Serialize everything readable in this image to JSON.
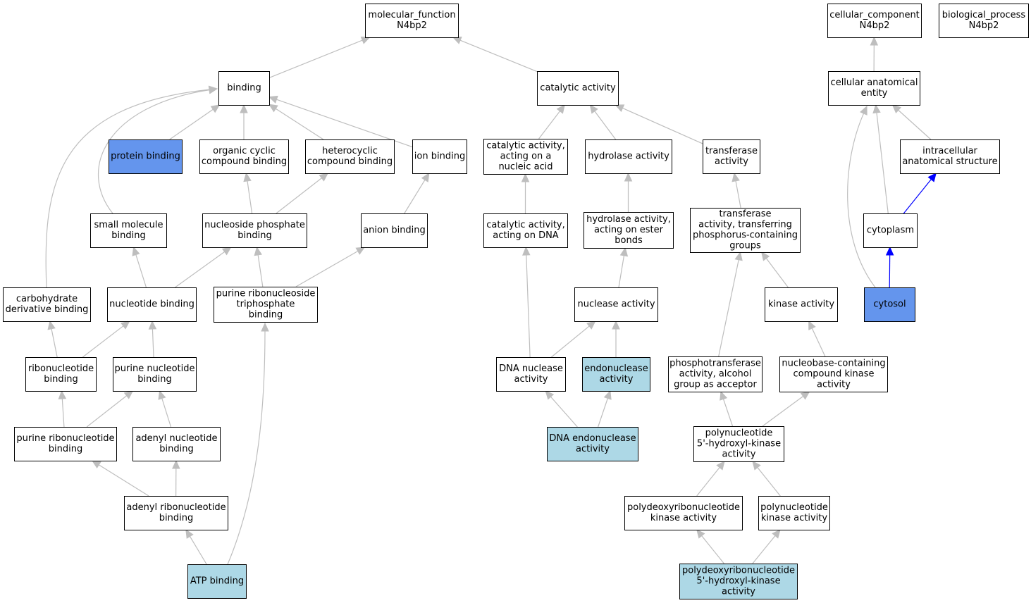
{
  "colors": {
    "default_fill": "#ffffff",
    "highlight_dark": "#6495ed",
    "highlight_light": "#add8e6",
    "edge_gray": "#bebebe",
    "edge_blue": "#0000ff"
  },
  "nodes": [
    {
      "id": "molecular_function",
      "lines": [
        "molecular_function",
        "N4bp2"
      ],
      "fill": "default_fill"
    },
    {
      "id": "cellular_component",
      "lines": [
        "cellular_component",
        "N4bp2"
      ],
      "fill": "default_fill"
    },
    {
      "id": "biological_process",
      "lines": [
        "biological_process",
        "N4bp2"
      ],
      "fill": "default_fill"
    },
    {
      "id": "binding",
      "lines": [
        "binding"
      ],
      "fill": "default_fill"
    },
    {
      "id": "catalytic_activity",
      "lines": [
        "catalytic activity"
      ],
      "fill": "default_fill"
    },
    {
      "id": "cellular_anatomical_entity",
      "lines": [
        "cellular anatomical",
        "entity"
      ],
      "fill": "default_fill"
    },
    {
      "id": "protein_binding",
      "lines": [
        "protein binding"
      ],
      "fill": "highlight_dark"
    },
    {
      "id": "organic_cyclic",
      "lines": [
        "organic cyclic",
        "compound binding"
      ],
      "fill": "default_fill"
    },
    {
      "id": "heterocyclic",
      "lines": [
        "heterocyclic",
        "compound binding"
      ],
      "fill": "default_fill"
    },
    {
      "id": "ion_binding",
      "lines": [
        "ion binding"
      ],
      "fill": "default_fill"
    },
    {
      "id": "cat_nucleic_acid",
      "lines": [
        "catalytic activity,",
        "acting on a",
        "nucleic acid"
      ],
      "fill": "default_fill"
    },
    {
      "id": "hydrolase",
      "lines": [
        "hydrolase activity"
      ],
      "fill": "default_fill"
    },
    {
      "id": "transferase",
      "lines": [
        "transferase",
        "activity"
      ],
      "fill": "default_fill"
    },
    {
      "id": "intracellular_structure",
      "lines": [
        "intracellular",
        "anatomical structure"
      ],
      "fill": "default_fill"
    },
    {
      "id": "small_molecule",
      "lines": [
        "small molecule",
        "binding"
      ],
      "fill": "default_fill"
    },
    {
      "id": "nucleoside_phosphate",
      "lines": [
        "nucleoside phosphate",
        "binding"
      ],
      "fill": "default_fill"
    },
    {
      "id": "anion_binding",
      "lines": [
        "anion binding"
      ],
      "fill": "default_fill"
    },
    {
      "id": "cat_dna",
      "lines": [
        "catalytic activity,",
        "acting on DNA"
      ],
      "fill": "default_fill"
    },
    {
      "id": "hydrolase_ester",
      "lines": [
        "hydrolase activity,",
        "acting on ester",
        "bonds"
      ],
      "fill": "default_fill"
    },
    {
      "id": "transferase_phosphorus",
      "lines": [
        "transferase",
        "activity, transferring",
        "phosphorus-containing",
        "groups"
      ],
      "fill": "default_fill"
    },
    {
      "id": "cytoplasm",
      "lines": [
        "cytoplasm"
      ],
      "fill": "default_fill"
    },
    {
      "id": "carbohydrate_derivative",
      "lines": [
        "carbohydrate",
        "derivative binding"
      ],
      "fill": "default_fill"
    },
    {
      "id": "nucleotide_binding",
      "lines": [
        "nucleotide binding"
      ],
      "fill": "default_fill"
    },
    {
      "id": "purine_ribonucleoside_triphosphate",
      "lines": [
        "purine ribonucleoside",
        "triphosphate",
        "binding"
      ],
      "fill": "default_fill"
    },
    {
      "id": "nuclease",
      "lines": [
        "nuclease activity"
      ],
      "fill": "default_fill"
    },
    {
      "id": "kinase",
      "lines": [
        "kinase activity"
      ],
      "fill": "default_fill"
    },
    {
      "id": "cytosol",
      "lines": [
        "cytosol"
      ],
      "fill": "highlight_dark"
    },
    {
      "id": "ribonucleotide",
      "lines": [
        "ribonucleotide",
        "binding"
      ],
      "fill": "default_fill"
    },
    {
      "id": "purine_nucleotide",
      "lines": [
        "purine nucleotide",
        "binding"
      ],
      "fill": "default_fill"
    },
    {
      "id": "dna_nuclease",
      "lines": [
        "DNA nuclease",
        "activity"
      ],
      "fill": "default_fill"
    },
    {
      "id": "endonuclease",
      "lines": [
        "endonuclease",
        "activity"
      ],
      "fill": "highlight_light"
    },
    {
      "id": "phosphotransferase_alcohol",
      "lines": [
        "phosphotransferase",
        "activity, alcohol",
        "group as acceptor"
      ],
      "fill": "default_fill"
    },
    {
      "id": "nucleobase_kinase",
      "lines": [
        "nucleobase-containing",
        "compound kinase",
        "activity"
      ],
      "fill": "default_fill"
    },
    {
      "id": "purine_ribonucleotide",
      "lines": [
        "purine ribonucleotide",
        "binding"
      ],
      "fill": "default_fill"
    },
    {
      "id": "adenyl_nucleotide",
      "lines": [
        "adenyl nucleotide",
        "binding"
      ],
      "fill": "default_fill"
    },
    {
      "id": "dna_endonuclease",
      "lines": [
        "DNA endonuclease",
        "activity"
      ],
      "fill": "highlight_light"
    },
    {
      "id": "polynucleotide_5oh_kinase",
      "lines": [
        "polynucleotide",
        "5'-hydroxyl-kinase",
        "activity"
      ],
      "fill": "default_fill"
    },
    {
      "id": "adenyl_ribonucleotide",
      "lines": [
        "adenyl ribonucleotide",
        "binding"
      ],
      "fill": "default_fill"
    },
    {
      "id": "polydeoxy_kinase",
      "lines": [
        "polydeoxyribonucleotide",
        "kinase activity"
      ],
      "fill": "default_fill"
    },
    {
      "id": "polynucleotide_kinase",
      "lines": [
        "polynucleotide",
        "kinase activity"
      ],
      "fill": "default_fill"
    },
    {
      "id": "atp_binding",
      "lines": [
        "ATP binding"
      ],
      "fill": "highlight_light"
    },
    {
      "id": "polydeoxy_5oh_kinase",
      "lines": [
        "polydeoxyribonucleotide",
        "5'-hydroxyl-kinase",
        "activity"
      ],
      "fill": "highlight_light"
    }
  ],
  "edges": [
    {
      "from": "binding",
      "to": "molecular_function",
      "color": "edge_gray"
    },
    {
      "from": "catalytic_activity",
      "to": "molecular_function",
      "color": "edge_gray"
    },
    {
      "from": "cellular_anatomical_entity",
      "to": "cellular_component",
      "color": "edge_gray"
    },
    {
      "from": "protein_binding",
      "to": "binding",
      "color": "edge_gray"
    },
    {
      "from": "organic_cyclic",
      "to": "binding",
      "color": "edge_gray"
    },
    {
      "from": "heterocyclic",
      "to": "binding",
      "color": "edge_gray"
    },
    {
      "from": "ion_binding",
      "to": "binding",
      "color": "edge_gray"
    },
    {
      "from": "small_molecule",
      "to": "binding",
      "color": "edge_gray"
    },
    {
      "from": "carbohydrate_derivative",
      "to": "binding",
      "color": "edge_gray"
    },
    {
      "from": "cat_nucleic_acid",
      "to": "catalytic_activity",
      "color": "edge_gray"
    },
    {
      "from": "hydrolase",
      "to": "catalytic_activity",
      "color": "edge_gray"
    },
    {
      "from": "transferase",
      "to": "catalytic_activity",
      "color": "edge_gray"
    },
    {
      "from": "intracellular_structure",
      "to": "cellular_anatomical_entity",
      "color": "edge_gray"
    },
    {
      "from": "cytoplasm",
      "to": "cellular_anatomical_entity",
      "color": "edge_gray"
    },
    {
      "from": "cytosol",
      "to": "cellular_anatomical_entity",
      "color": "edge_gray"
    },
    {
      "from": "cytoplasm",
      "to": "intracellular_structure",
      "color": "edge_blue"
    },
    {
      "from": "cytosol",
      "to": "cytoplasm",
      "color": "edge_blue"
    },
    {
      "from": "nucleoside_phosphate",
      "to": "organic_cyclic",
      "color": "edge_gray"
    },
    {
      "from": "nucleoside_phosphate",
      "to": "heterocyclic",
      "color": "edge_gray"
    },
    {
      "from": "anion_binding",
      "to": "ion_binding",
      "color": "edge_gray"
    },
    {
      "from": "cat_dna",
      "to": "cat_nucleic_acid",
      "color": "edge_gray"
    },
    {
      "from": "hydrolase_ester",
      "to": "hydrolase",
      "color": "edge_gray"
    },
    {
      "from": "transferase_phosphorus",
      "to": "transferase",
      "color": "edge_gray"
    },
    {
      "from": "nucleotide_binding",
      "to": "small_molecule",
      "color": "edge_gray"
    },
    {
      "from": "nucleotide_binding",
      "to": "nucleoside_phosphate",
      "color": "edge_gray"
    },
    {
      "from": "purine_ribonucleoside_triphosphate",
      "to": "nucleoside_phosphate",
      "color": "edge_gray"
    },
    {
      "from": "purine_ribonucleoside_triphosphate",
      "to": "anion_binding",
      "color": "edge_gray"
    },
    {
      "from": "nuclease",
      "to": "hydrolase_ester",
      "color": "edge_gray"
    },
    {
      "from": "kinase",
      "to": "transferase_phosphorus",
      "color": "edge_gray"
    },
    {
      "from": "phosphotransferase_alcohol",
      "to": "transferase_phosphorus",
      "color": "edge_gray"
    },
    {
      "from": "ribonucleotide",
      "to": "carbohydrate_derivative",
      "color": "edge_gray"
    },
    {
      "from": "ribonucleotide",
      "to": "nucleotide_binding",
      "color": "edge_gray"
    },
    {
      "from": "purine_nucleotide",
      "to": "nucleotide_binding",
      "color": "edge_gray"
    },
    {
      "from": "dna_nuclease",
      "to": "cat_dna",
      "color": "edge_gray"
    },
    {
      "from": "dna_nuclease",
      "to": "nuclease",
      "color": "edge_gray"
    },
    {
      "from": "endonuclease",
      "to": "nuclease",
      "color": "edge_gray"
    },
    {
      "from": "nucleobase_kinase",
      "to": "kinase",
      "color": "edge_gray"
    },
    {
      "from": "purine_ribonucleotide",
      "to": "ribonucleotide",
      "color": "edge_gray"
    },
    {
      "from": "purine_ribonucleotide",
      "to": "purine_nucleotide",
      "color": "edge_gray"
    },
    {
      "from": "adenyl_nucleotide",
      "to": "purine_nucleotide",
      "color": "edge_gray"
    },
    {
      "from": "dna_endonuclease",
      "to": "dna_nuclease",
      "color": "edge_gray"
    },
    {
      "from": "dna_endonuclease",
      "to": "endonuclease",
      "color": "edge_gray"
    },
    {
      "from": "polynucleotide_5oh_kinase",
      "to": "phosphotransferase_alcohol",
      "color": "edge_gray"
    },
    {
      "from": "polynucleotide_5oh_kinase",
      "to": "nucleobase_kinase",
      "color": "edge_gray"
    },
    {
      "from": "adenyl_ribonucleotide",
      "to": "purine_ribonucleotide",
      "color": "edge_gray"
    },
    {
      "from": "adenyl_ribonucleotide",
      "to": "adenyl_nucleotide",
      "color": "edge_gray"
    },
    {
      "from": "polydeoxy_kinase",
      "to": "polynucleotide_5oh_kinase",
      "color": "edge_gray"
    },
    {
      "from": "polynucleotide_kinase",
      "to": "polynucleotide_5oh_kinase",
      "color": "edge_gray"
    },
    {
      "from": "atp_binding",
      "to": "adenyl_ribonucleotide",
      "color": "edge_gray"
    },
    {
      "from": "atp_binding",
      "to": "purine_ribonucleoside_triphosphate",
      "color": "edge_gray"
    },
    {
      "from": "polydeoxy_5oh_kinase",
      "to": "polydeoxy_kinase",
      "color": "edge_gray"
    },
    {
      "from": "polydeoxy_5oh_kinase",
      "to": "polynucleotide_kinase",
      "color": "edge_gray"
    }
  ]
}
